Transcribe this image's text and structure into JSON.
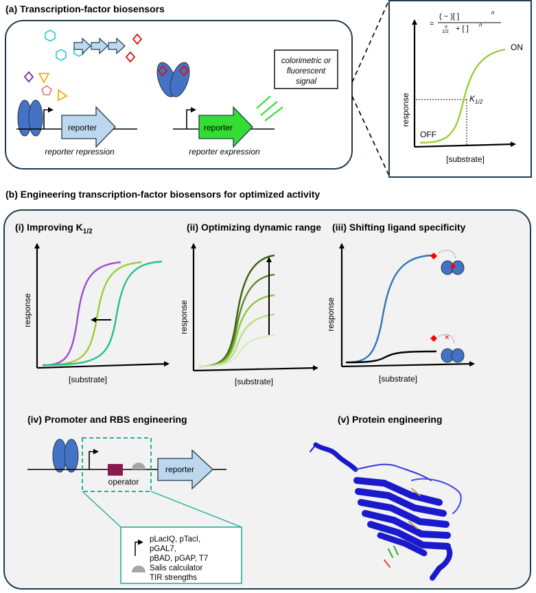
{
  "panel_a": {
    "title": "(a) Transcription-factor biosensors",
    "repression_label": "reporter repression",
    "expression_label": "reporter expression",
    "reporter_text": "reporter",
    "signal_line1": "colorimetric or",
    "signal_line2": "fluorescent",
    "signal_line3": "signal",
    "inset": {
      "formula_top": "(      −      )[  ]",
      "formula_exp": "n",
      "formula_eq": "=",
      "formula_bottom": "+ [  ]",
      "formula_bottom_exp": "n",
      "formula_bottom_left_n": "n",
      "formula_bottom_left_sub": "1/2",
      "on_label": "ON",
      "off_label": "OFF",
      "k_label": "K",
      "k_sub": "1/2",
      "ylabel": "response",
      "xlabel": "[substrate]"
    }
  },
  "panel_b": {
    "title": "(b) Engineering transcription-factor biosensors for optimized activity",
    "i": {
      "title": "(i) Improving K",
      "title_sub": "1/2",
      "ylabel": "response",
      "xlabel": "[substrate]"
    },
    "ii": {
      "title": "(ii) Optimizing dynamic range",
      "ylabel": "response",
      "xlabel": "[substrate]"
    },
    "iii": {
      "title": "(iii) Shifting ligand specificity",
      "ylabel": "response",
      "xlabel": "[substrate]"
    },
    "iv": {
      "title": "(iv) Promoter and RBS engineering",
      "operator_label": "operator",
      "reporter_text": "reporter",
      "legend_promoters_1": "pLacIQ, pTacI,",
      "legend_promoters_2": "pGAL7,",
      "legend_promoters_3": "pBAD, pGAP, T7",
      "legend_rbs_1": "Salis calculator",
      "legend_rbs_2": "TIR strengths"
    },
    "v": {
      "title": "(v) Protein engineering"
    }
  },
  "colors": {
    "frame": "#1f3b4d",
    "panel_fill": "#f2f2f2",
    "tf_blue": "#4472c4",
    "reporter_light": "#bdd7ee",
    "reporter_green": "#33dd33",
    "sigmoid_green": "#9acd32",
    "purple": "#9b4dca",
    "teal": "#20c090",
    "dark_green": "#3a5f0b",
    "blue_curve": "#2e75b6",
    "operator": "#8b1a4a",
    "dashed_box": "#20b09a",
    "protein": "#1a1acc"
  }
}
